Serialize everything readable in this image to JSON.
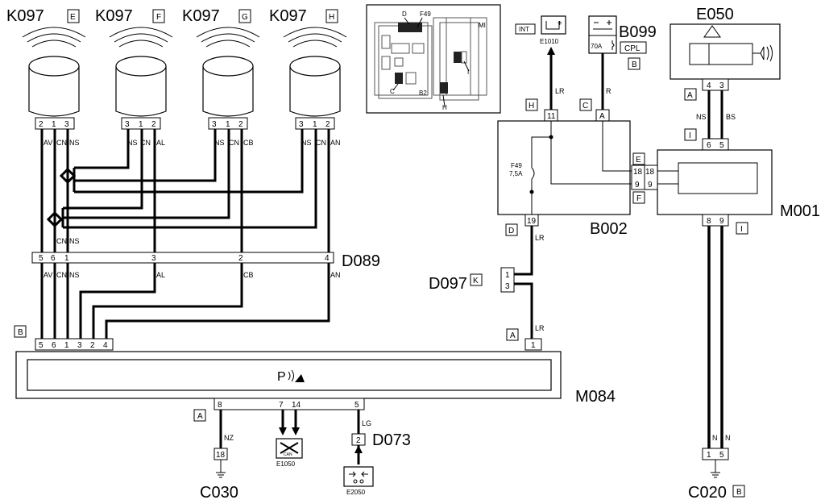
{
  "sensors": [
    {
      "code": "K097",
      "tag": "E",
      "pins": [
        "2",
        "1",
        "3"
      ],
      "wires": [
        "AV",
        "CN",
        "NS"
      ]
    },
    {
      "code": "K097",
      "tag": "F",
      "pins": [
        "3",
        "1",
        "2"
      ],
      "wires": [
        "NS",
        "CN",
        "AL"
      ]
    },
    {
      "code": "K097",
      "tag": "G",
      "pins": [
        "3",
        "1",
        "2"
      ],
      "wires": [
        "NS",
        "CN",
        "CB"
      ]
    },
    {
      "code": "K097",
      "tag": "H",
      "pins": [
        "3",
        "1",
        "2"
      ],
      "wires": [
        "NS",
        "CN",
        "AN"
      ]
    }
  ],
  "d089": {
    "name": "D089",
    "pins": [
      "5",
      "6",
      "1",
      "3",
      "2",
      "4"
    ],
    "top_labels": [
      "CN",
      "NS"
    ],
    "bottom_labels": [
      "AV",
      "CN",
      "NS",
      "AL",
      "CB",
      "AN"
    ]
  },
  "m084": {
    "name": "M084",
    "tag_b": "B",
    "top_pins": [
      "5",
      "6",
      "1",
      "3",
      "2",
      "4"
    ],
    "right_pin": "1",
    "tag_a_right": "A",
    "bottom_pins": [
      "8",
      "7",
      "14",
      "5"
    ],
    "tag_a_bottom": "A"
  },
  "c030": {
    "name": "C030",
    "pin": "18",
    "wire": "NZ"
  },
  "e1050": {
    "name": "E1050",
    "label": "CAN"
  },
  "d073": {
    "name": "D073",
    "pin": "2",
    "wire": "LG"
  },
  "e2050": {
    "name": "E2050"
  },
  "location": {
    "labels": [
      "D",
      "F49",
      "MI",
      "I",
      "C",
      "B2",
      "H"
    ]
  },
  "e1010": {
    "name": "E1010",
    "int_label": "INT",
    "plus": "+",
    "wire": "LR",
    "pin": "11",
    "tag": "H"
  },
  "b099": {
    "name": "B099",
    "rating": "70A",
    "cpl": "CPL",
    "tag": "B",
    "wire": "R",
    "pin": "A",
    "conn_tag": "C"
  },
  "b002": {
    "name": "B002",
    "fuse": "F49",
    "fuse_rating": "7,5A",
    "bottom_pin": "19",
    "bottom_tag": "D",
    "bottom_wire": "LR",
    "tag_e": "E",
    "tag_f": "F",
    "pins_right": [
      "18",
      "9"
    ]
  },
  "d097": {
    "name": "D097",
    "tag": "K",
    "pins": [
      "1",
      "3"
    ],
    "wire_bottom": "LR",
    "tag_a": "A"
  },
  "e050": {
    "name": "E050",
    "pins": [
      "4",
      "3"
    ],
    "tag_a": "A",
    "wires": [
      "NS",
      "BS"
    ]
  },
  "m001": {
    "name": "M001",
    "tag_i_top": "I",
    "top_pins": [
      "6",
      "5"
    ],
    "left_pins": [
      "18",
      "9"
    ],
    "bottom_pins": [
      "8",
      "9"
    ],
    "tag_i_bottom": "I"
  },
  "c020": {
    "name": "C020",
    "tag": "B",
    "pins": [
      "1",
      "5"
    ],
    "wires": [
      "N",
      "N"
    ]
  }
}
